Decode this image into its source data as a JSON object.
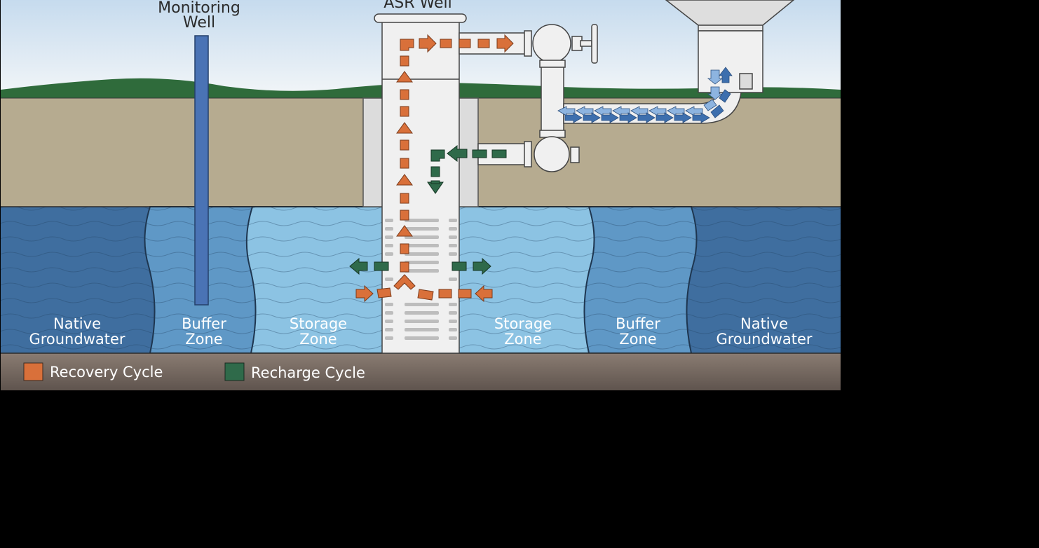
{
  "labels": {
    "monitoring_well_1": "Monitoring",
    "monitoring_well_2": "Well",
    "asr_well": "ASR Well",
    "zones": {
      "native_left_1": "Native",
      "native_left_2": "Groundwater",
      "buffer_left_1": "Buffer",
      "buffer_left_2": "Zone",
      "storage_left_1": "Storage",
      "storage_left_2": "Zone",
      "storage_right_1": "Storage",
      "storage_right_2": "Zone",
      "buffer_right_1": "Buffer",
      "buffer_right_2": "Zone",
      "native_right_1": "Native",
      "native_right_2": "Groundwater"
    }
  },
  "legend": {
    "recovery": "Recovery Cycle",
    "recharge": "Recharge Cycle"
  },
  "colors": {
    "recovery": "#d9703a",
    "recharge": "#2f6a4a",
    "distribution": "#5b8ec9",
    "sky_top": "#c9dcee",
    "sky_bottom": "#f1f5f8",
    "hill": "#2f6b3b",
    "soil": "#b6ab90",
    "native": "#3f6e9f",
    "buffer": "#5f98c6",
    "storage": "#8cc3e3",
    "bedrock": "#7d6f66",
    "well_casing": "#f0f0f0"
  }
}
